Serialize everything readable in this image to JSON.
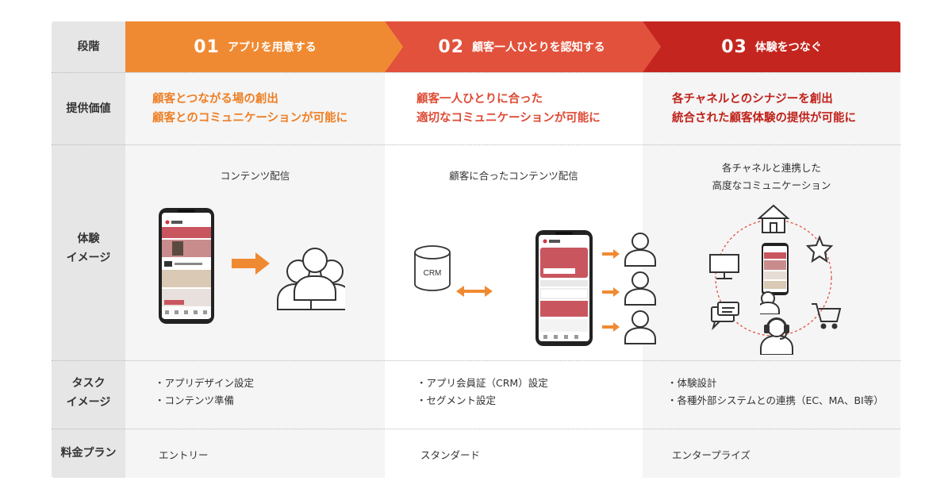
{
  "row_labels": {
    "stage": "段階",
    "value": "提供価値",
    "experience": [
      "体験",
      "イメージ"
    ],
    "task": [
      "タスク",
      "イメージ"
    ],
    "plan": "料金プラン"
  },
  "stages": [
    {
      "number": "01",
      "title": "アプリを用意する",
      "value_lines": [
        "顧客とつながる場の創出",
        "顧客とのコミュニケーションが可能に"
      ],
      "experience_lines": [
        "コンテンツ配信"
      ],
      "tasks": [
        "・アプリデザイン設定",
        "・コンテンツ準備"
      ],
      "plan": "エントリー"
    },
    {
      "number": "02",
      "title": "顧客一人ひとりを認知する",
      "value_lines": [
        "顧客一人ひとりに合った",
        "適切なコミュニケーションが可能に"
      ],
      "experience_lines": [
        "顧客に合ったコンテンツ配信"
      ],
      "crm_label": "CRM",
      "tasks": [
        "・アプリ会員証（CRM）設定",
        "・セグメント設定"
      ],
      "plan": "スタンダード"
    },
    {
      "number": "03",
      "title": "体験をつなぐ",
      "value_lines": [
        "各チャネルとのシナジーを創出",
        "統合された顧客体験の提供が可能に"
      ],
      "experience_lines": [
        "各チャネルと連携した",
        "高度なコミュニケーション"
      ],
      "tasks": [
        "・体験設計",
        "・各種外部システムとの連携（EC、MA、BI等）"
      ],
      "plan": "エンタープライズ"
    }
  ],
  "colors": {
    "stage1": "#f08a32",
    "stage2": "#e2513b",
    "stage3": "#c4261f",
    "value1": "#ee7f25",
    "value2": "#de4b35",
    "value3": "#c0221b",
    "arrow": "#f08a32",
    "dotted_circle": "#e2513b"
  },
  "icons": [
    "smartphone-icon",
    "people-group-icon",
    "person-icon",
    "database-icon",
    "house-icon",
    "star-icon",
    "monitor-icon",
    "chat-icon",
    "cart-icon",
    "operator-icon"
  ]
}
